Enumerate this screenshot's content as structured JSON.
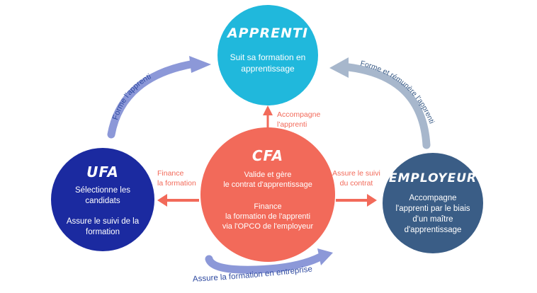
{
  "colors": {
    "apprenti_fill": "#20b8dc",
    "cfa_fill": "#f26a5a",
    "ufa_fill": "#1b2aa0",
    "employeur_fill": "#3a5d86",
    "circle_text": "#ffffff",
    "arrow_blue": "#8c98d8",
    "arrow_grey": "#a7b7cc",
    "arrow_coral": "#f26a5a",
    "label_blue": "#2f4aa0",
    "label_grey": "#3c5d88",
    "label_coral": "#f26a5a"
  },
  "apprenti": {
    "title": "APPRENTI",
    "lines": [
      "Suit sa formation en",
      "apprentissage"
    ]
  },
  "cfa": {
    "title": "CFA",
    "lines": [
      "Valide et gère",
      "le contrat d'apprentissage",
      "",
      "Finance",
      "la formation de l'apprenti",
      "via l'OPCO de l'employeur"
    ]
  },
  "ufa": {
    "title": "UFA",
    "lines": [
      "Sélectionne les",
      "candidats",
      "",
      "Assure le suivi de la",
      "formation"
    ]
  },
  "employeur": {
    "title": "EMPLOYEUR",
    "lines": [
      "Accompagne",
      "l'apprenti par le biais",
      "d'un maître",
      "d'apprentissage"
    ]
  },
  "labels": {
    "forme_apprenti": "Forme l'apprenti",
    "forme_remunere": "Forme et rémunère l'apprenti",
    "accompagne": [
      "Accompagne",
      "l'apprenti"
    ],
    "finance": [
      "Finance",
      "la formation"
    ],
    "assure_suivi": [
      "Assure le suivi",
      "du contrat"
    ],
    "assure_formation": "Assure la formation en entreprise"
  }
}
